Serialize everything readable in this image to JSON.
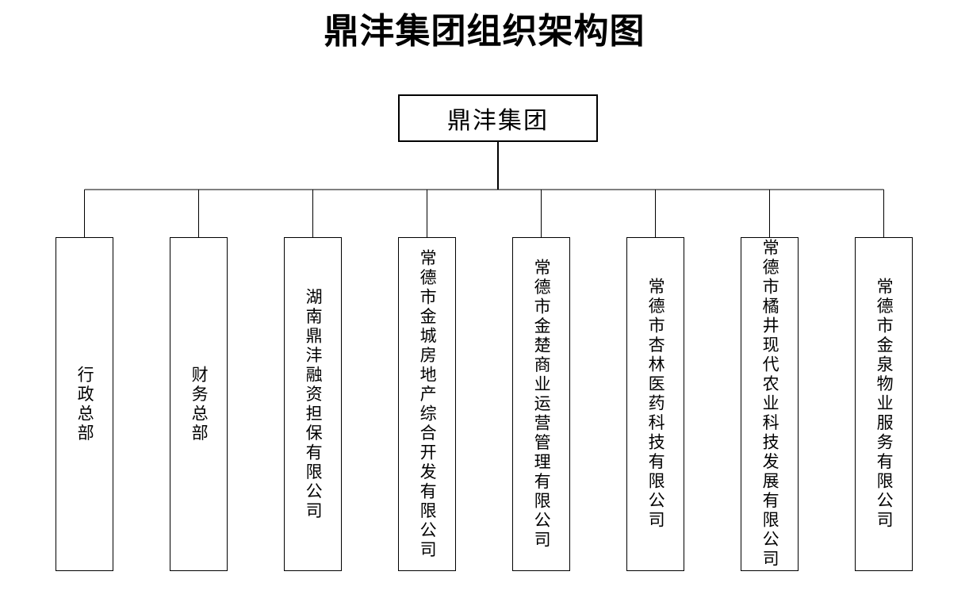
{
  "title": "鼎沣集团组织架构图",
  "root": {
    "label": "鼎沣集团"
  },
  "children": [
    {
      "label": "行政总部"
    },
    {
      "label": "财务总部"
    },
    {
      "label": "湖南鼎沣融资担保有限公司"
    },
    {
      "label": "常德市金城房地产综合开发有限公司"
    },
    {
      "label": "常德市金楚商业运营管理有限公司"
    },
    {
      "label": "常德市杏林医药科技有限公司"
    },
    {
      "label": "常德市橘井现代农业科技发展有限公司"
    },
    {
      "label": "常德市金泉物业服务有限公司"
    }
  ],
  "colors": {
    "line": "#000000",
    "text": "#000000",
    "background": "#ffffff"
  }
}
